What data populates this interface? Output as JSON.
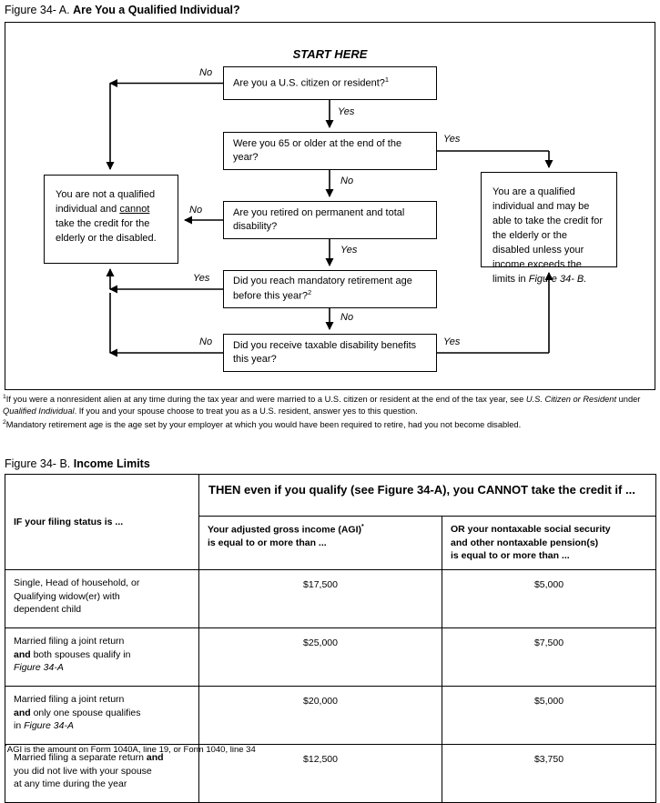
{
  "figureA": {
    "label": "Figure 34- A.",
    "title": "Are You a Qualified Individual?",
    "start_here": "START HERE",
    "nodes": {
      "start": "Are you a U.S. citizen or resident?",
      "start_fn": "1",
      "age": "Were you 65 or older at the end of the year?",
      "retired": "Are you retired on permanent and total disability?",
      "mandatory": "Did you reach mandatory retirement age before this year?",
      "mandatory_fn": "2",
      "benefits": "Did you receive taxable disability benefits this year?",
      "not_qualified_1": "You are not a qualified individual and ",
      "not_qualified_underline": "cannot",
      "not_qualified_2": " take the credit for the elderly or the disabled.",
      "qualified_1": "You are a qualified individual and may be able to take the credit for the elderly or the disabled unless your income exceeds the limits in ",
      "qualified_italic": "Figure 34- B.",
      "qualified_2": ""
    },
    "edges": {
      "start_no": "No",
      "start_yes": "Yes",
      "age_yes": "Yes",
      "age_no": "No",
      "retired_no": "No",
      "retired_yes": "Yes",
      "mandatory_yes": "Yes",
      "mandatory_no": "No",
      "benefits_no": "No",
      "benefits_yes": "Yes"
    },
    "footnotes": {
      "one_marker": "1",
      "one_a": "If you were a nonresident alien at any time during the tax year and were married to a U.S. citizen or resident at the end of the tax year, see ",
      "one_italic_a": "U.S. Citizen or Resident",
      "one_b": " under ",
      "one_italic_b": "Qualified Individual",
      "one_c": ". If you and your spouse choose to treat you as a U.S. resident, answer yes to this question.",
      "two_marker": "2",
      "two": "Mandatory retirement age is the age set by your employer at which you would have been required to retire, had you not become disabled."
    }
  },
  "figureB": {
    "label": "Figure 34- B.",
    "title": "Income Limits",
    "headers": {
      "status": "IF your filing status is ...",
      "then": "THEN even if you qualify (see Figure 34-A), you CANNOT take the credit if ...",
      "agi": "Your adjusted gross income (AGI)* is equal to or more than ...",
      "agi_line1": "Your adjusted gross income (AGI)",
      "agi_star": "*",
      "agi_line2": "is equal to or more than ...",
      "ss_line1": "OR your nontaxable social security",
      "ss_line2": "and other nontaxable pension(s)",
      "ss_line3": "is equal to or more than ..."
    },
    "rows": [
      {
        "status_plain": "Single, Head of household, or Qualifying widow(er) with dependent child",
        "status_parts": [
          {
            "text": "Single, Head of household, or",
            "style": "normal"
          },
          {
            "text": "Qualifying widow(er) with",
            "style": "normal"
          },
          {
            "text": "dependent child",
            "style": "normal"
          }
        ],
        "agi": "$17,500",
        "ss": "$5,000"
      },
      {
        "status_plain": "Married filing a joint return and both spouses qualify in Figure 34-A",
        "status_parts": [
          {
            "text": "Married filing a joint return",
            "style": "normal"
          },
          {
            "text": "and both spouses qualify in",
            "style": "bold-lead"
          },
          {
            "text": "Figure 34-A",
            "style": "italic"
          }
        ],
        "agi": "$25,000",
        "ss": "$7,500"
      },
      {
        "status_plain": "Married filing a joint return and only one spouse qualifies in Figure 34-A",
        "status_parts": [
          {
            "text": "Married filing a joint return",
            "style": "normal"
          },
          {
            "text": "and only one spouse qualifies",
            "style": "bold-lead"
          },
          {
            "text": "in Figure 34-A",
            "style": "italic-tail"
          }
        ],
        "agi": "$20,000",
        "ss": "$5,000"
      },
      {
        "status_plain": "Married filing a separate return and you did not live with your spouse at any time during the year",
        "status_parts": [
          {
            "text": "Married filing a separate return and",
            "style": "bold-tail"
          },
          {
            "text": "you did not live with your spouse",
            "style": "normal"
          },
          {
            "text": "at any time during the year",
            "style": "normal"
          }
        ],
        "agi": "$12,500",
        "ss": "$3,750"
      }
    ],
    "footnote_marker": "*",
    "footnote": "AGI is the amount on Form 1040A, line 19, or Form 1040, line 34"
  }
}
